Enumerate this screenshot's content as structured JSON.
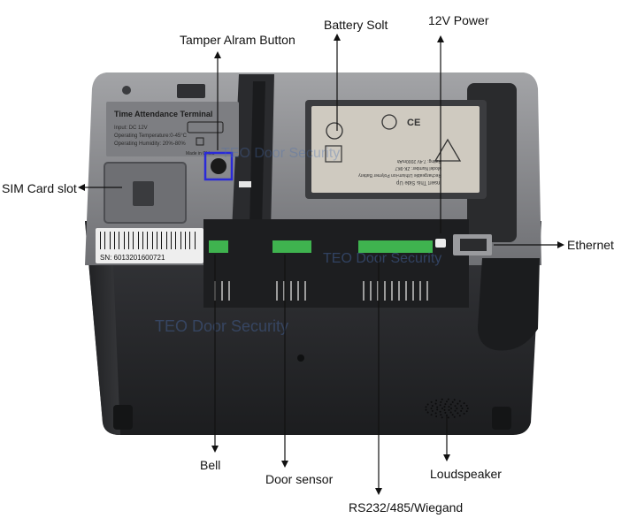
{
  "callouts": {
    "tamper_button": "Tamper Alram Button",
    "battery_slot": "Battery Solt",
    "power_12v": "12V Power",
    "sim_card_slot": "SIM Card slot",
    "ethernet": "Ethernet",
    "bell": "Bell",
    "door_sensor": "Door sensor",
    "loudspeaker": "Loudspeaker",
    "comm_ports": "RS232/485/Wiegand"
  },
  "device": {
    "panel_title": "Time Attendance Terminal",
    "input_spec": "Input: DC 12V",
    "operating_temperature": "Operating Temperature:0-45°C",
    "operating_humidity": "Operating Humidity: 20%-80%",
    "made_in": "Made in China",
    "serial_number": "SN: 6013201600721",
    "watermark": "TEO Door Security"
  },
  "battery_label": {
    "heading": "Insert This Side Up",
    "type": "Rechargeable Lithium-ion Polymer Battery",
    "model": "Model Number: ZK-9K7",
    "rating": "Rating: 7.4V 2000mAh"
  },
  "colors": {
    "housing": "#2b2c2e",
    "housing_light": "#4a4b4e",
    "panel_top": "#8e8f92",
    "connector_green": "#3fb34f",
    "tamper_highlight": "#2a2ad8",
    "label_beige": "#cfcac0",
    "arrow": "#111111"
  }
}
